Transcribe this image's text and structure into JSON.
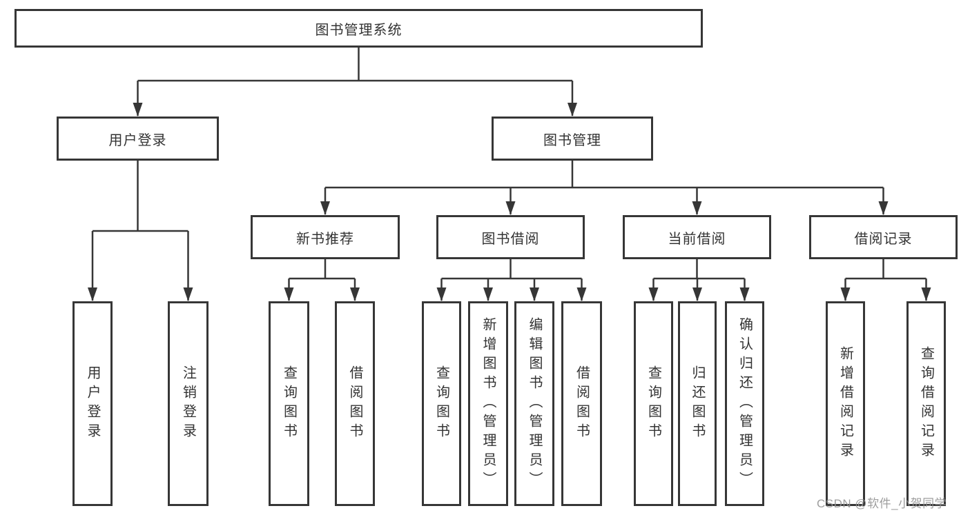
{
  "diagram_colors": {
    "line": "#363636",
    "border": "#363636",
    "text": "#333333",
    "watermark": "#949494",
    "background": "#ffffff"
  },
  "watermark": {
    "text": "CSDN @软件_小贺同学"
  },
  "tree": {
    "root": {
      "label": "图书管理系统"
    },
    "branches": [
      {
        "label": "用户登录",
        "children": [
          {
            "label": "用户登录"
          },
          {
            "label": "注销登录"
          }
        ]
      },
      {
        "label": "图书管理",
        "children": [
          {
            "label": "新书推荐",
            "children": [
              {
                "label": "查询图书"
              },
              {
                "label": "借阅图书"
              }
            ]
          },
          {
            "label": "图书借阅",
            "children": [
              {
                "label": "查询图书"
              },
              {
                "label": "新增图书（管理员）"
              },
              {
                "label": "编辑图书（管理员）"
              },
              {
                "label": "借阅图书"
              }
            ]
          },
          {
            "label": "当前借阅",
            "children": [
              {
                "label": "查询图书"
              },
              {
                "label": "归还图书"
              },
              {
                "label": "确认归还（管理员）"
              }
            ]
          },
          {
            "label": "借阅记录",
            "children": [
              {
                "label": "新增借阅记录"
              },
              {
                "label": "查询借阅记录"
              }
            ]
          }
        ]
      }
    ]
  }
}
